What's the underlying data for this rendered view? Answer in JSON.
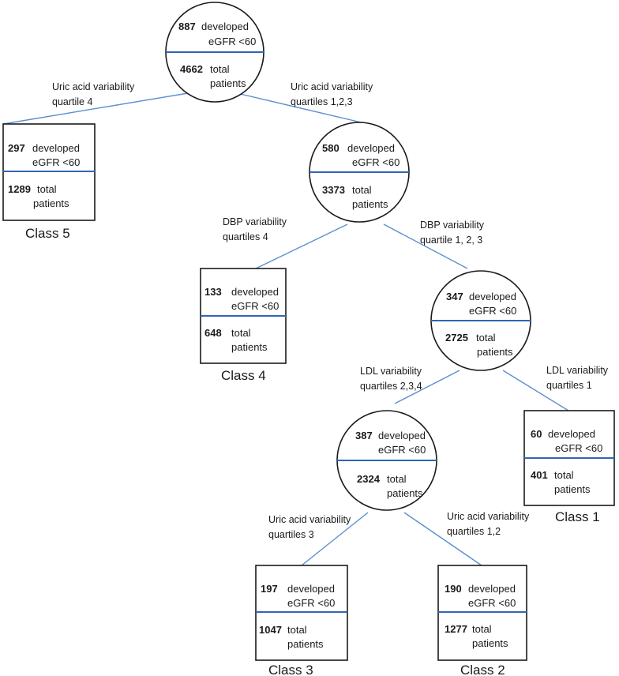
{
  "colors": {
    "edge": "#5b8fd0",
    "divider": "#2f66b3",
    "outline": "#1a1a1a"
  },
  "nodes": {
    "root": {
      "developed": "887",
      "developed_label": "developed",
      "egfr_label": "eGFR <60",
      "total": "4662",
      "total_label": "total",
      "patients_label": "patients"
    },
    "n1": {
      "developed": "580",
      "developed_label": "developed",
      "egfr_label": "eGFR <60",
      "total": "3373",
      "total_label": "total",
      "patients_label": "patients"
    },
    "n2": {
      "developed": "347",
      "developed_label": "developed",
      "egfr_label": "eGFR <60",
      "total": "2725",
      "total_label": "total",
      "patients_label": "patients"
    },
    "n3": {
      "developed": "387",
      "developed_label": "developed",
      "egfr_label": "eGFR <60",
      "total": "2324",
      "total_label": "total",
      "patients_label": "patients"
    }
  },
  "leaves": {
    "class5": {
      "developed": "297",
      "developed_label": "developed",
      "egfr_label": "eGFR <60",
      "total": "1289",
      "total_label": "total",
      "patients_label": "patients",
      "class_label": "Class 5"
    },
    "class4": {
      "developed": "133",
      "developed_label": "developed",
      "egfr_label": "eGFR <60",
      "total": "648",
      "total_label": "total",
      "patients_label": "patients",
      "class_label": "Class 4"
    },
    "class1": {
      "developed": "60",
      "developed_label": "developed",
      "egfr_label": "eGFR <60",
      "total": "401",
      "total_label": "total",
      "patients_label": "patients",
      "class_label": "Class 1"
    },
    "class3": {
      "developed": "197",
      "developed_label": "developed",
      "egfr_label": "eGFR <60",
      "total": "1047",
      "total_label": "total",
      "patients_label": "patients",
      "class_label": "Class 3"
    },
    "class2": {
      "developed": "190",
      "developed_label": "developed",
      "egfr_label": "eGFR <60",
      "total": "1277",
      "total_label": "total",
      "patients_label": "patients",
      "class_label": "Class 2"
    }
  },
  "edges": {
    "root_class5": {
      "line1": "Uric acid  variability",
      "line2": "quartile 4"
    },
    "root_n1": {
      "line1": "Uric acid  variability",
      "line2": "quartiles 1,2,3"
    },
    "n1_class4": {
      "line1": "DBP variability",
      "line2": "quartiles 4"
    },
    "n1_n2": {
      "line1": "DBP variability",
      "line2": "quartile 1, 2, 3"
    },
    "n2_n3": {
      "line1": "LDL  variability",
      "line2": "quartiles 2,3,4"
    },
    "n2_class1": {
      "line1": "LDL variability",
      "line2": "quartiles 1"
    },
    "n3_class3": {
      "line1": "Uric acid variability",
      "line2": "quartiles 3"
    },
    "n3_class2": {
      "line1": "Uric acid variability",
      "line2": "quartiles 1,2"
    }
  }
}
